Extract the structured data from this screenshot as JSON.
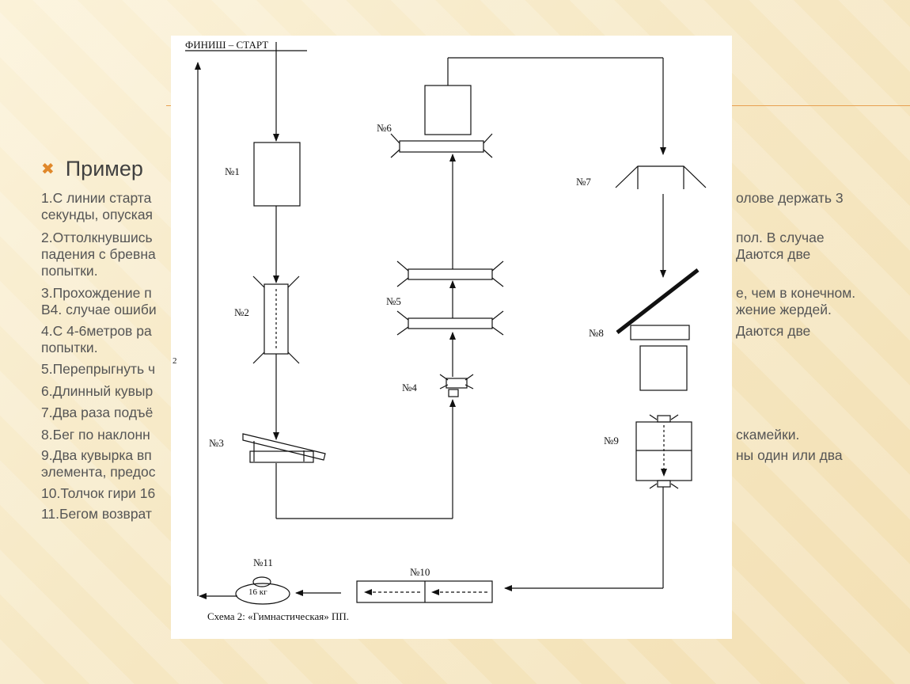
{
  "slide": {
    "heading": "Пример",
    "bullet_icon": "x-bullet",
    "accent_color": "#e0882a",
    "left_lines": [
      "1.С линии старта",
      "секунды, опуская",
      "2.Оттолкнувшись",
      "падения с бревна",
      "попытки.",
      "3.Прохождение п",
      "В4. случае ошиби",
      "4.С 4-6метров ра",
      "попытки.",
      "5.Перепрыгнуть ч",
      "6.Длинный кувыр",
      "7.Два раза подъё",
      "8.Бег по наклонн",
      "9.Два кувырка вп",
      "элемента, предос",
      "10.Толчок гири 16",
      "11.Бегом возврат"
    ],
    "right_lines": [
      "олове держать 3",
      "пол. В случае",
      "Даются две",
      "е, чем в конечном.",
      "жение жердей.",
      "Даются две",
      "скамейки.",
      "ны один или два"
    ]
  },
  "diagram": {
    "top_label": "ФИНИШ – СТАРТ",
    "caption": "Схема 2: «Гимнастическая» ПП.",
    "kettlebell_text": "16 кг",
    "stray_mark": "2",
    "stations": [
      "№1",
      "№2",
      "№3",
      "№4",
      "№5",
      "№6",
      "№7",
      "№8",
      "№9",
      "№10",
      "№11"
    ]
  }
}
